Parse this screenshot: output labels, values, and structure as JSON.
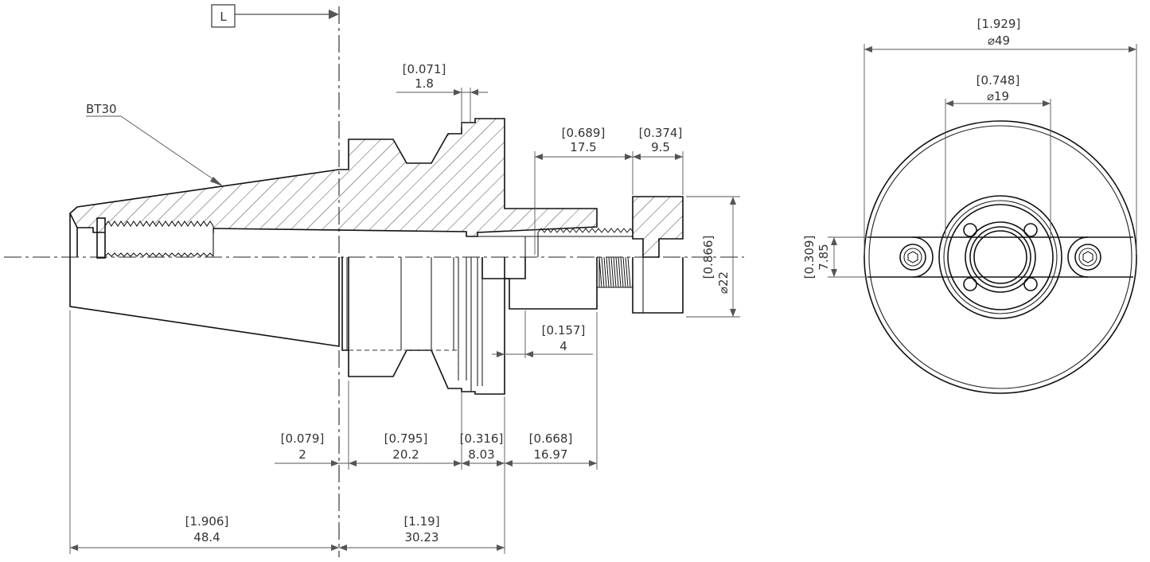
{
  "datum_label": "L",
  "taper_label": "BT30",
  "dimensions": {
    "d_1_8": {
      "inch": "[0.071]",
      "mm": "1.8"
    },
    "d_17_5": {
      "inch": "[0.689]",
      "mm": "17.5"
    },
    "d_9_5": {
      "inch": "[0.374]",
      "mm": "9.5"
    },
    "d_22": {
      "inch": "[0.866]",
      "mm": "⌀22"
    },
    "d_4": {
      "inch": "[0.157]",
      "mm": "4"
    },
    "d_2": {
      "inch": "[0.079]",
      "mm": "2"
    },
    "d_20_2": {
      "inch": "[0.795]",
      "mm": "20.2"
    },
    "d_8_03": {
      "inch": "[0.316]",
      "mm": "8.03"
    },
    "d_16_97": {
      "inch": "[0.668]",
      "mm": "16.97"
    },
    "d_48_4": {
      "inch": "[1.906]",
      "mm": "48.4"
    },
    "d_30_23": {
      "inch": "[1.19]",
      "mm": "30.23"
    },
    "d_49": {
      "inch": "[1.929]",
      "mm": "⌀49"
    },
    "d_19": {
      "inch": "[0.748]",
      "mm": "⌀19"
    },
    "d_7_85": {
      "inch": "[0.309]",
      "mm": "7.85"
    }
  }
}
